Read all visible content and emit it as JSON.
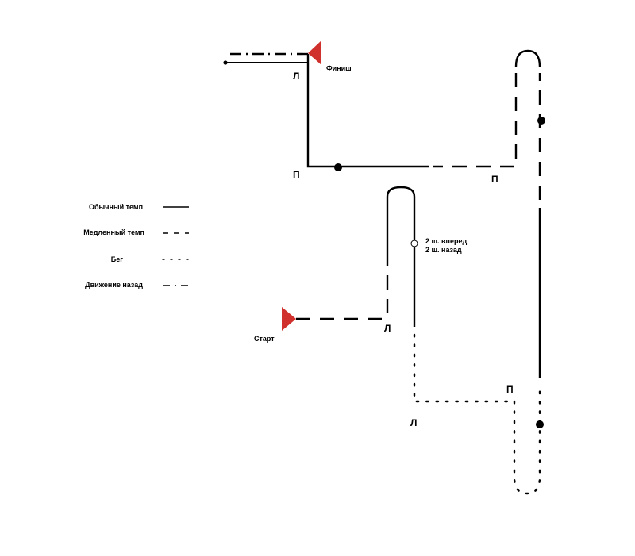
{
  "legend": [
    {
      "label": "Обычный темп",
      "style": "solid"
    },
    {
      "label": "Медленный темп",
      "style": "dashed"
    },
    {
      "label": "Бег",
      "style": "dotted"
    },
    {
      "label": "Движение назад",
      "style": "backward"
    }
  ],
  "markers": {
    "start_label": "Старт",
    "finish_label": "Финиш",
    "flag_color": "#d0312d"
  },
  "note": {
    "line1": "2 ш. вперед",
    "line2": "2 ш. назад"
  },
  "turns": {
    "finish_left": "Л",
    "top_right": "П",
    "right_bottom": "П",
    "start_left": "Л",
    "bottom_right": "П",
    "bottom_left": "Л"
  },
  "colors": {
    "line": "#000000",
    "background": "#ffffff"
  }
}
